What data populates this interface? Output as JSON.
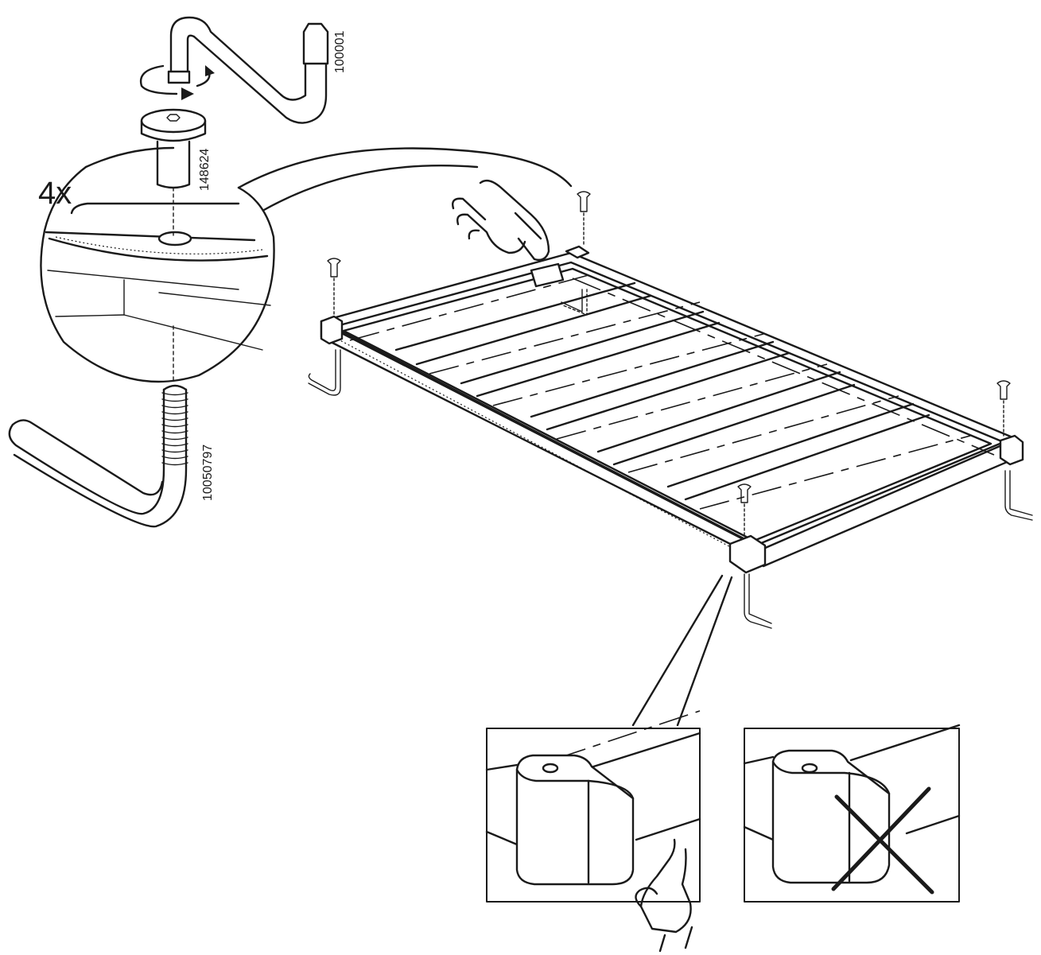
{
  "quantity_label": "4x",
  "parts": {
    "allen_key": "100001",
    "bolt": "148624",
    "threaded_leg_pin": "10050797"
  },
  "icons": [
    "rotate-arrow-icon",
    "pointing-hand-icon",
    "cross-out-icon"
  ],
  "colors": {
    "ink": "#1a1a1a",
    "paper": "#ffffff"
  }
}
